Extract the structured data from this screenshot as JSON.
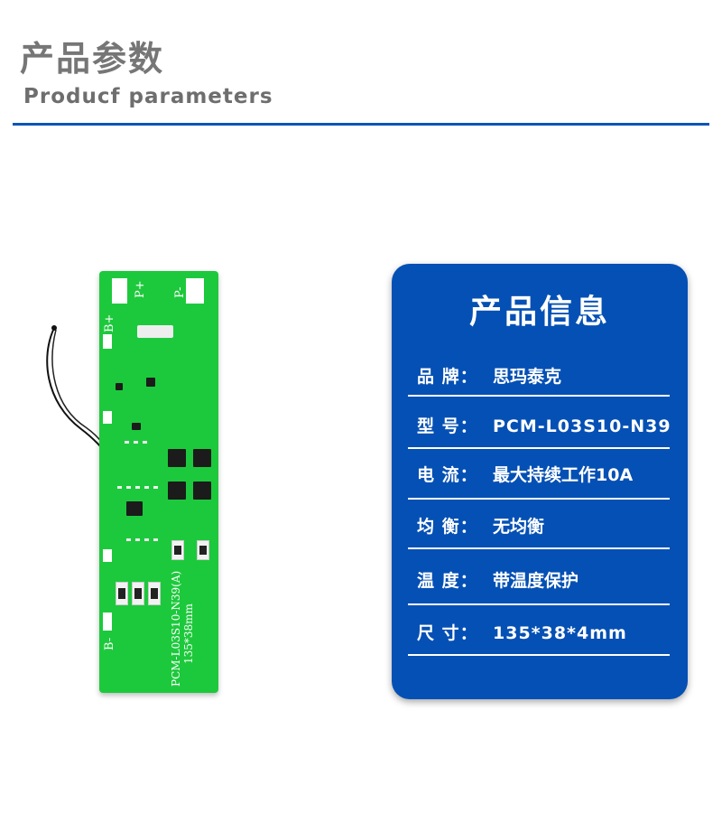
{
  "header": {
    "title": "产品参数",
    "subtitle": "Producf parameters",
    "accent_color": "#0b55b8"
  },
  "product_image": {
    "board_color": "#1dc93c",
    "silkscreen": {
      "p_plus": "P+",
      "p_minus": "P-",
      "b_plus": "B+",
      "b_minus": "B-",
      "model": "PCM-L03S10-N39(A)",
      "size": "135*38mm"
    }
  },
  "info_card": {
    "title": "产品信息",
    "background_color": "#0550b4",
    "rows": [
      {
        "label": "品 牌：",
        "value": "思玛泰克"
      },
      {
        "label": "型  号：",
        "value": "PCM-L03S10-N39"
      },
      {
        "label": "电  流：",
        "value": "最大持续工作10A"
      },
      {
        "label": "均  衡：",
        "value": "无均衡"
      },
      {
        "label": "温  度：",
        "value": "带温度保护"
      },
      {
        "label": "尺  寸：",
        "value": "135*38*4mm"
      }
    ]
  }
}
